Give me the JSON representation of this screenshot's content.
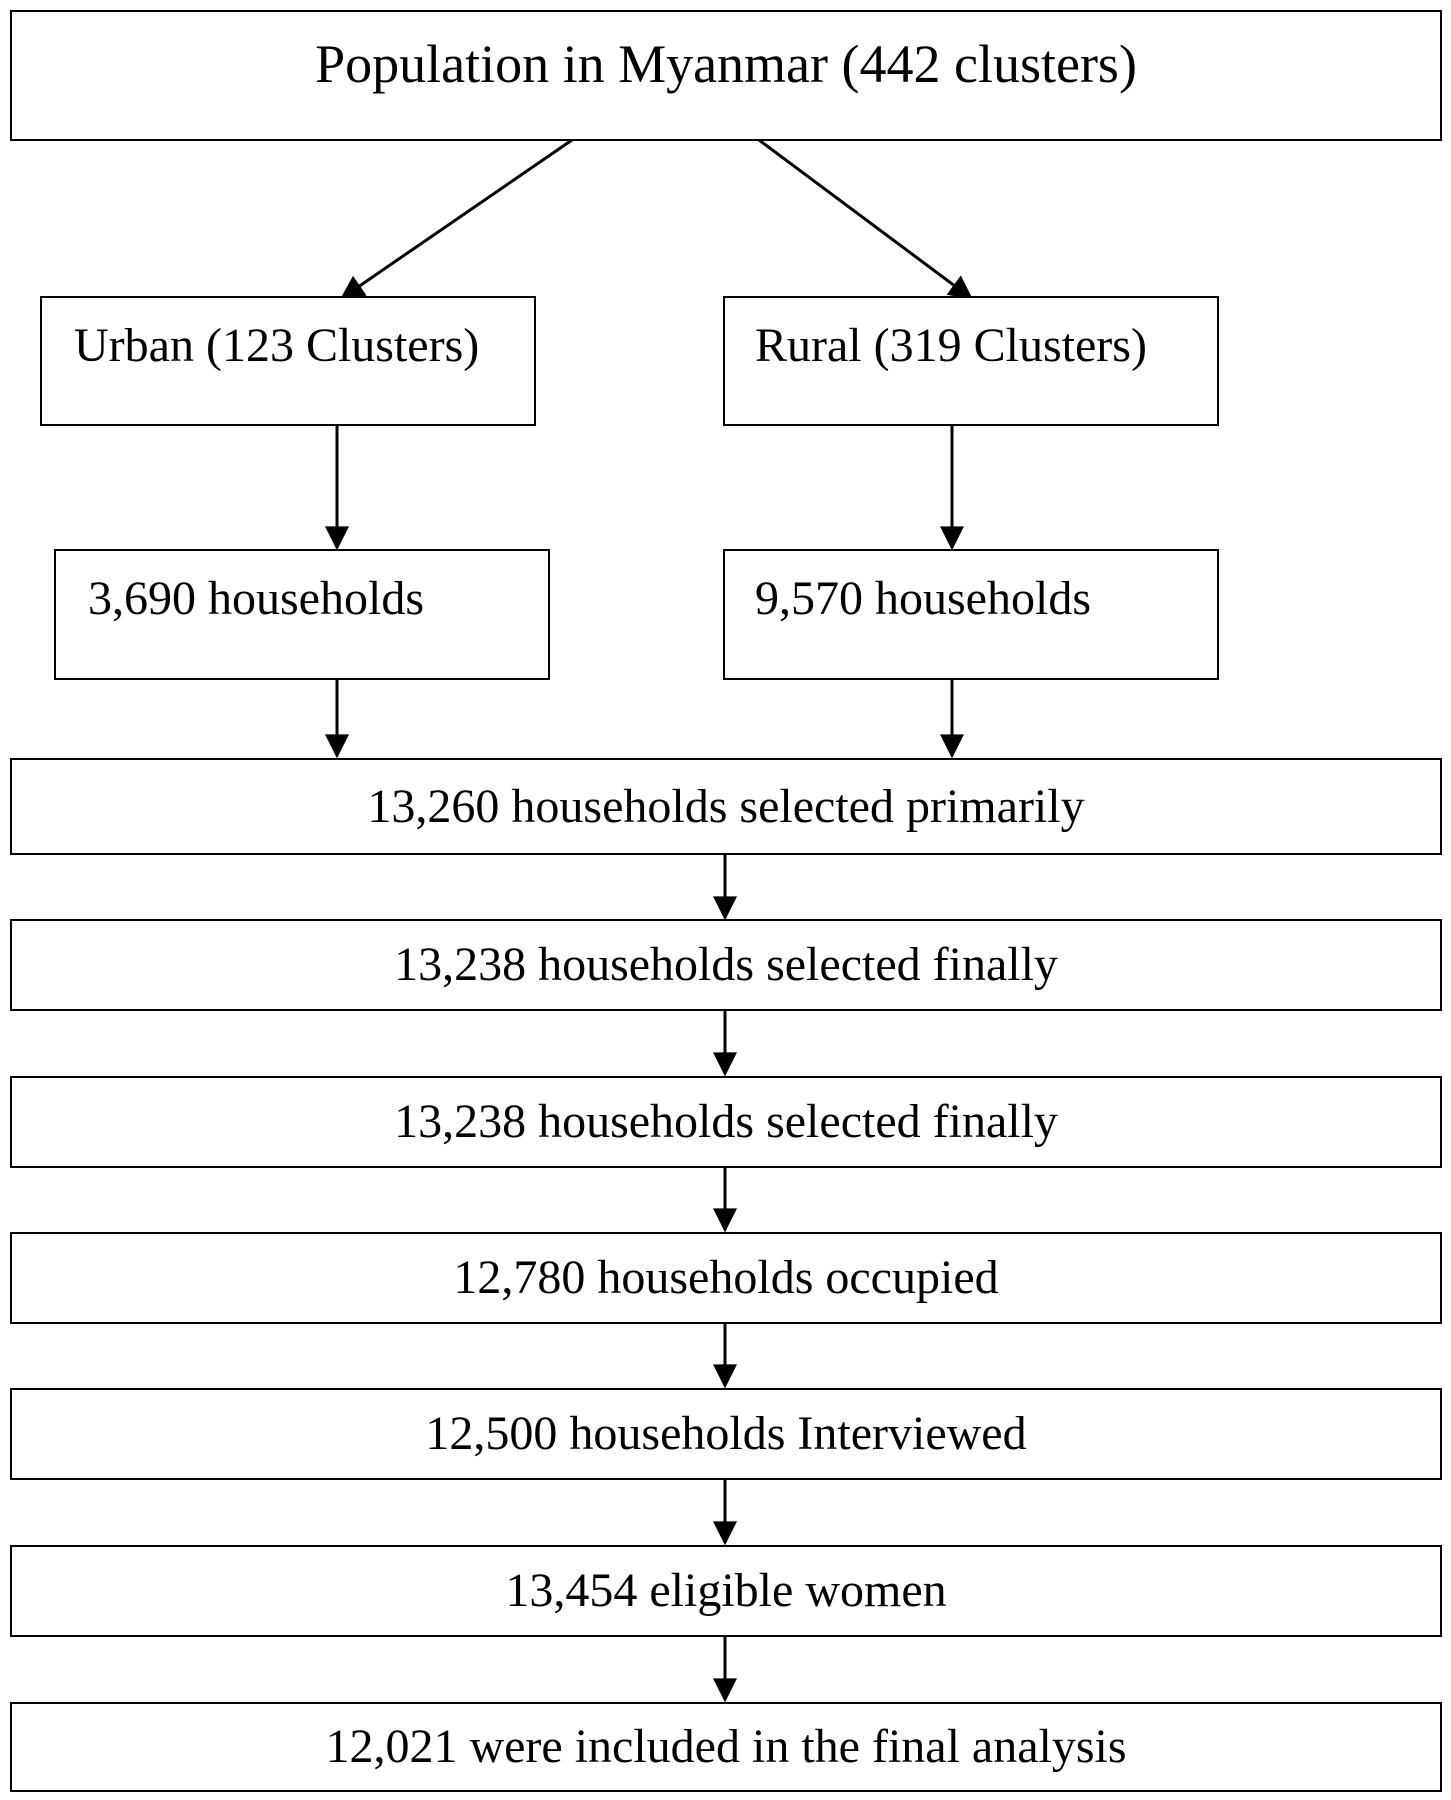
{
  "flowchart": {
    "top": "Population in Myanmar (442 clusters)",
    "urban": "Urban (123 Clusters)",
    "rural": "Rural (319 Clusters)",
    "urban_households": "3,690 households",
    "rural_households": "9,570 households",
    "steps": [
      "13,260 households selected primarily",
      "13,238 households selected finally",
      "13,238 households selected finally",
      "12,780 households occupied",
      "12,500 households Interviewed",
      "13,454 eligible women",
      "12,021 were included in the final analysis"
    ]
  }
}
